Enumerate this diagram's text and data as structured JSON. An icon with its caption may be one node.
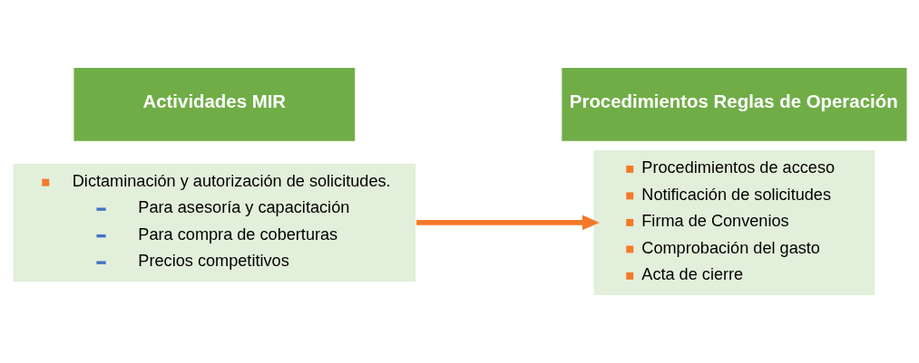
{
  "diagram": {
    "nodes": [
      {
        "text": [
          "Actividades MIR"
        ]
      },
      {
        "text": [
          "Dictaminación y autorización de solicitudes.",
          "Para asesoría y capacitación",
          "Para compra de coberturas",
          "Precios competitivos"
        ]
      },
      {
        "text": [
          "Procedimientos Reglas de Operación"
        ]
      },
      {
        "text": [
          "Procedimientos de acceso",
          "Notificación de solicitudes",
          "Firma de Convenios",
          "Comprobación del gasto",
          "Acta de cierre"
        ]
      }
    ],
    "edges": [
      {
        "from": 1,
        "to": 3,
        "arrow": "to",
        "color": "#f4792a"
      }
    ]
  }
}
